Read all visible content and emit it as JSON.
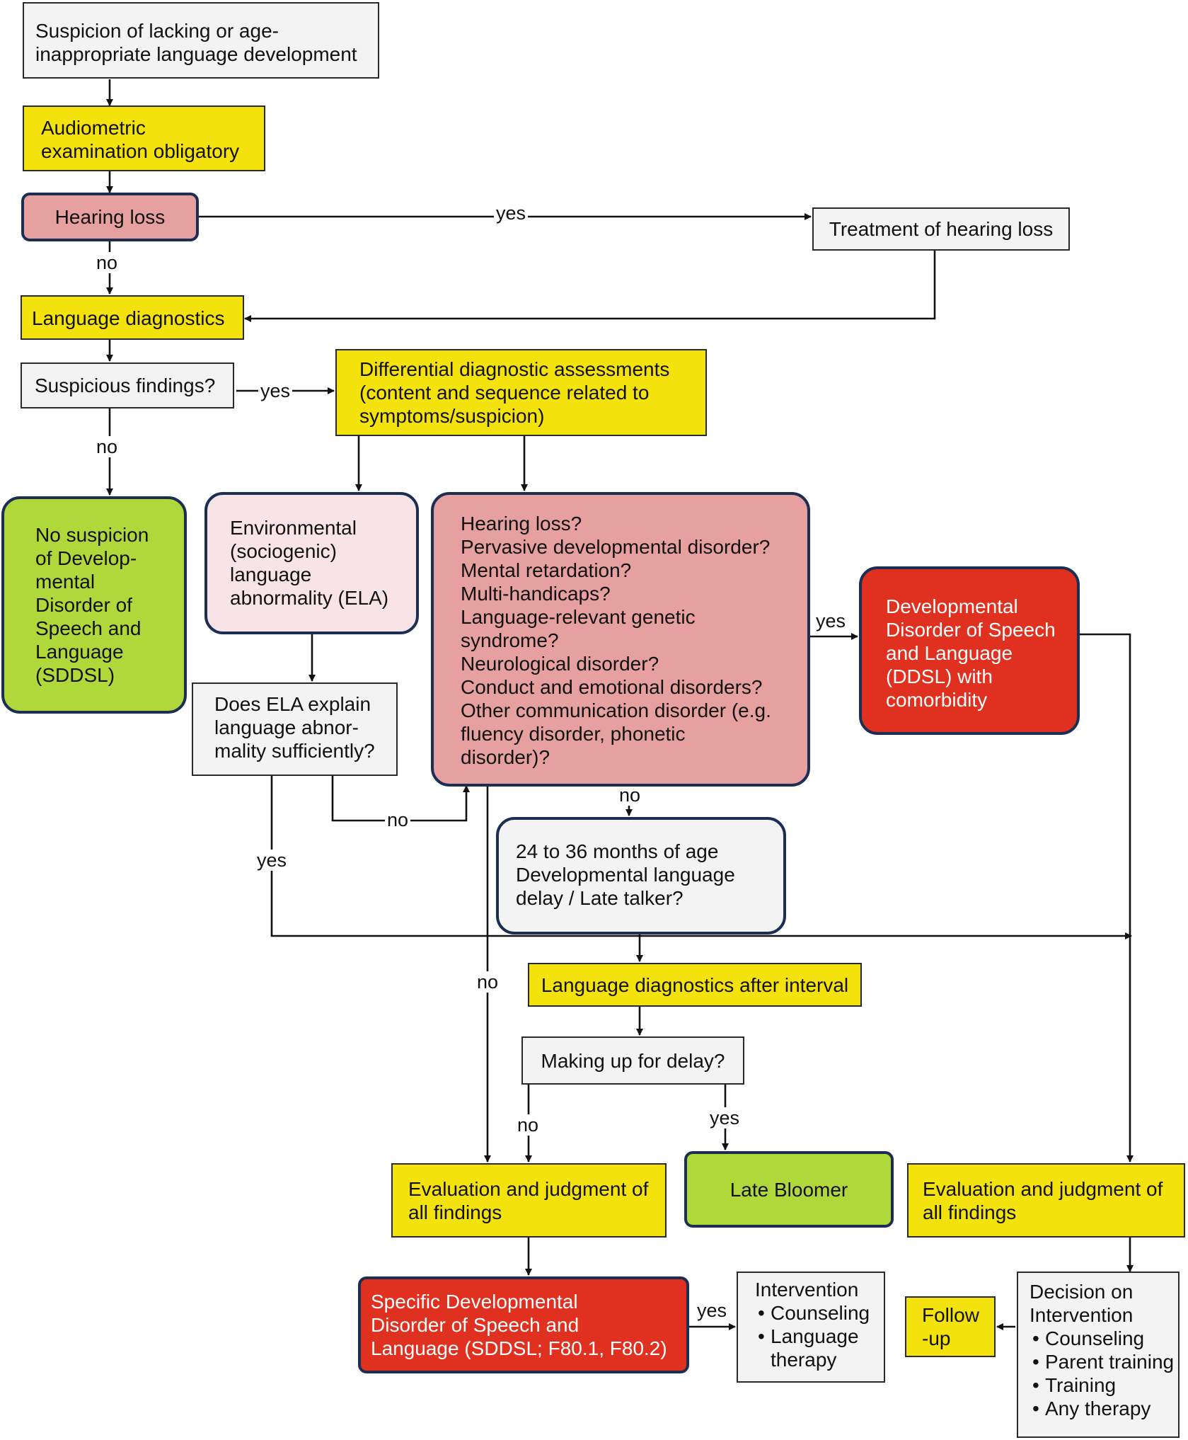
{
  "nodes": {
    "suspicion": [
      "Suspicion of lacking or age-",
      "inappropriate language development"
    ],
    "audiometric": [
      "Audiometric",
      "examination obligatory"
    ],
    "hearing_loss": "Hearing loss",
    "treatment": "Treatment of hearing loss",
    "lang_diag": "Language diagnostics",
    "suspicious": "Suspicious findings?",
    "differential": [
      "Differential diagnostic assessments",
      "(content and sequence related to",
      "symptoms/suspicion)"
    ],
    "no_suspicion": [
      "No suspicion",
      "of Develop-",
      "mental",
      "Disorder of",
      "Speech and",
      "Language",
      "(SDDSL)"
    ],
    "ela": [
      "Environmental",
      "(sociogenic)",
      "language",
      "abnormality (ELA)"
    ],
    "questions": [
      "Hearing loss?",
      "Pervasive developmental disorder?",
      "Mental retardation?",
      "Multi-handicaps?",
      "Language-relevant genetic",
      "syndrome?",
      "Neurological disorder?",
      "Conduct and emotional disorders?",
      "Other communication disorder (e.g.",
      "fluency disorder, phonetic",
      "disorder)?"
    ],
    "ddsl": [
      "Developmental",
      "Disorder of Speech",
      "and Language",
      "(DDSL) with",
      "comorbidity"
    ],
    "ela_explain": [
      "Does ELA explain",
      "language abnor-",
      "mality sufficiently?"
    ],
    "late_talker": [
      "24 to 36 months of age",
      "Developmental language",
      "delay / Late talker?"
    ],
    "lang_diag_interval": "Language diagnostics after interval",
    "making_up": "Making up for delay?",
    "eval_left": [
      "Evaluation and judgment of",
      "all findings"
    ],
    "late_bloomer": "Late Bloomer",
    "eval_right": [
      "Evaluation and judgment of",
      "all findings"
    ],
    "sddsl": [
      "Specific Developmental",
      "Disorder of Speech and",
      "Language (SDDSL; F80.1, F80.2)"
    ],
    "intervention": {
      "title": "Intervention",
      "items": [
        "Counseling",
        "Language therapy"
      ]
    },
    "follow_up": [
      "Follow",
      "-up"
    ],
    "decision": {
      "title": [
        "Decision on",
        "Intervention"
      ],
      "items": [
        "Counseling",
        "Parent training",
        "Training",
        "Any therapy"
      ]
    }
  },
  "edge_labels": {
    "hearing_yes": "yes",
    "hearing_no": "no",
    "suspicious_yes": "yes",
    "suspicious_no": "no",
    "questions_yes": "yes",
    "questions_no": "no",
    "ela_no": "no",
    "ela_yes": "yes",
    "questions_no_down": "no",
    "making_up_no": "no",
    "making_up_yes": "yes",
    "sddsl_yes": "yes"
  },
  "colors": {
    "yellow": "#f4e20c",
    "pink": "#e6a0a0",
    "light_pink": "#f8e4e6",
    "green": "#b1d83a",
    "red": "#e03020",
    "grey": "#f3f3f3",
    "dark_blue_border": "#1c2e52"
  }
}
